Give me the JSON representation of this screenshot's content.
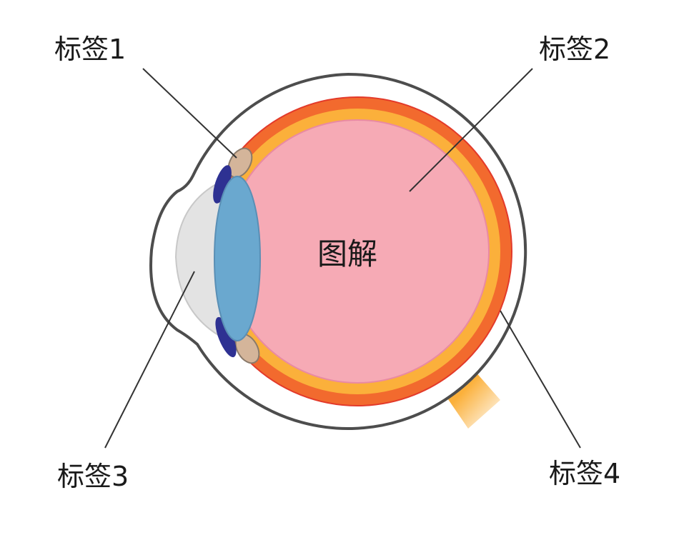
{
  "diagram": {
    "center_label": "图解",
    "labels": {
      "label1": "标签1",
      "label2": "标签2",
      "label3": "标签3",
      "label4": "标签4"
    },
    "colors": {
      "outline": "#4d4d4d",
      "sclera_outer": "#f26a2e",
      "choroid": "#fbb03b",
      "vitreous": "#f6aab5",
      "lens": "#6aa8cf",
      "cornea": "#e3e3e3",
      "iris": "#2e3192",
      "ciliary": "#d4b59a",
      "optic_nerve": "#fbb03b"
    }
  }
}
